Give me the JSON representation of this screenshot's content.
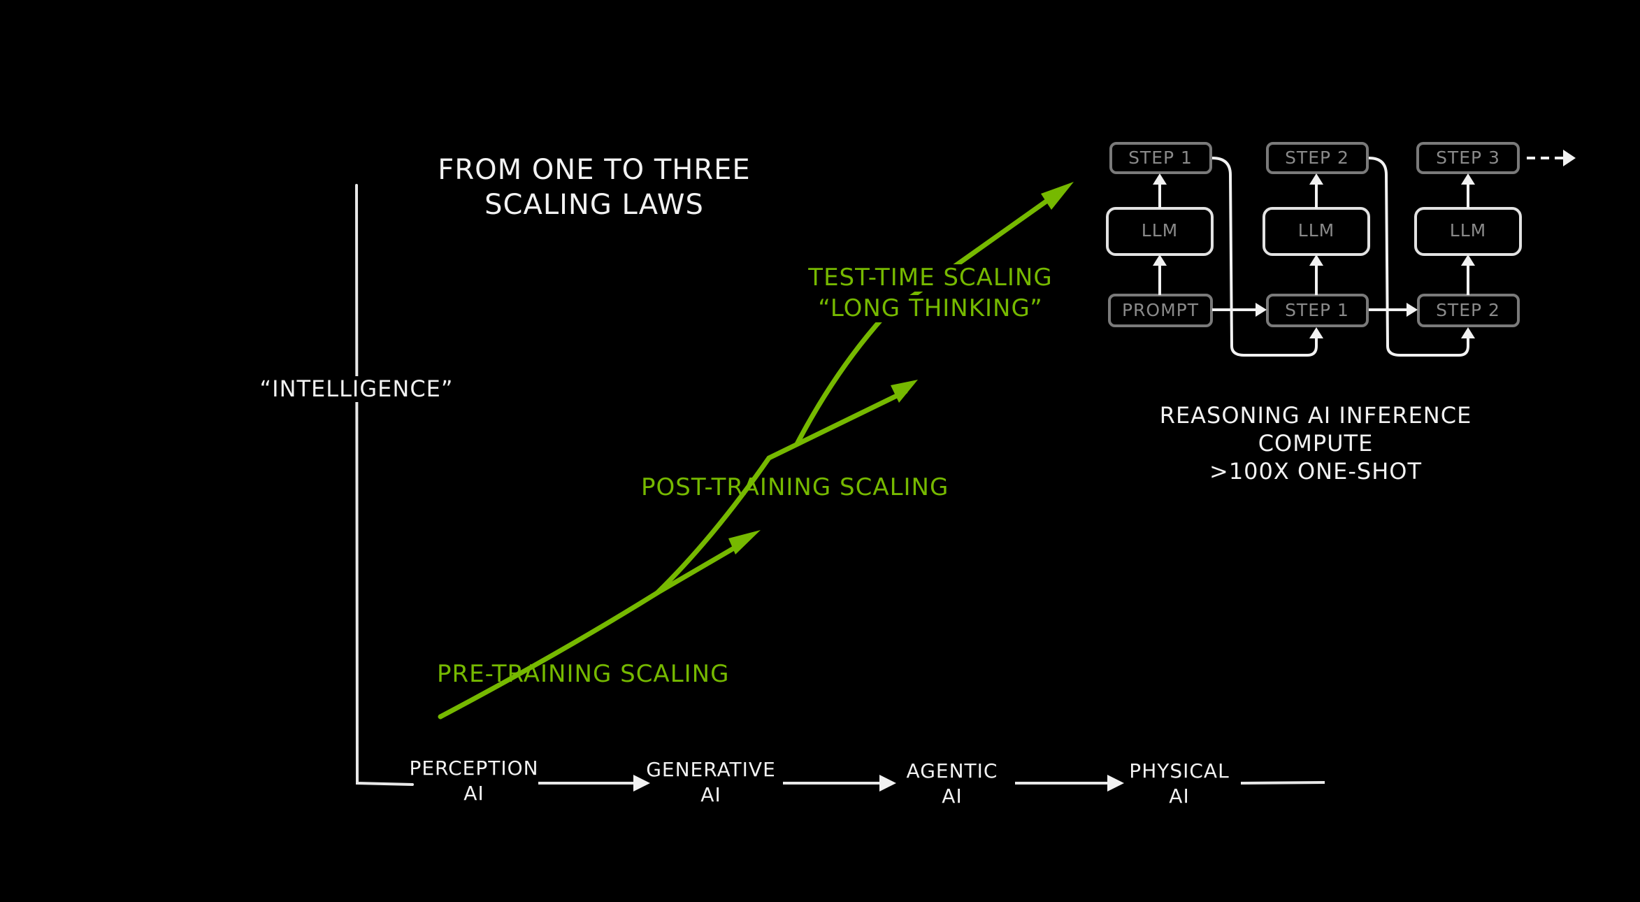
{
  "title": {
    "line1": "FROM ONE TO THREE",
    "line2": "SCALING LAWS"
  },
  "y_axis_label": "“INTELLIGENCE”",
  "x_axis_stages": [
    {
      "line1": "PERCEPTION",
      "line2": "AI"
    },
    {
      "line1": "GENERATIVE",
      "line2": "AI"
    },
    {
      "line1": "AGENTIC",
      "line2": "AI"
    },
    {
      "line1": "PHYSICAL",
      "line2": "AI"
    }
  ],
  "scaling_laws": {
    "pre_training": "PRE-TRAINING SCALING",
    "post_training": "POST-TRAINING SCALING",
    "test_time_line1": "TEST-TIME SCALING",
    "test_time_line2": "“LONG THINKING”"
  },
  "reasoning_flow": {
    "top_boxes": [
      "STEP 1",
      "STEP 2",
      "STEP 3"
    ],
    "middle_boxes": [
      "LLM",
      "LLM",
      "LLM"
    ],
    "bottom_boxes": [
      "PROMPT",
      "STEP 1",
      "STEP 2"
    ]
  },
  "reasoning_caption": {
    "line1": "REASONING AI INFERENCE",
    "line2": "COMPUTE",
    "line3": ">100X ONE-SHOT"
  },
  "colors": {
    "accent_green": "#76b900",
    "chalk_white": "#f2f2f2",
    "box_text": "#8a8a8a",
    "background": "#000000"
  }
}
